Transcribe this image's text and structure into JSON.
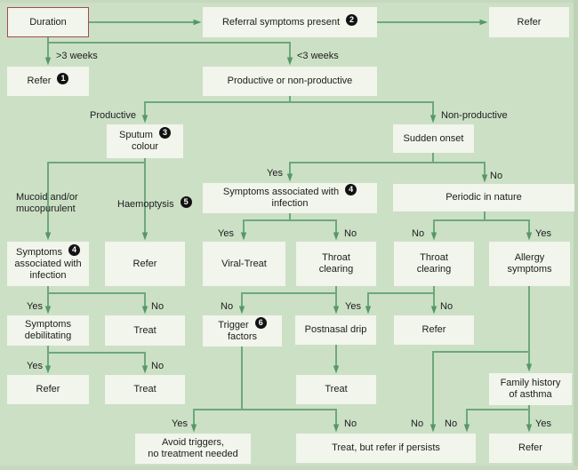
{
  "nodes": {
    "duration": {
      "label": "Duration"
    },
    "referral_symptoms": {
      "label": "Referral symptoms present",
      "badge": "2"
    },
    "refer_top": {
      "label": "Refer"
    },
    "refer_duration": {
      "label": "Refer",
      "badge": "1"
    },
    "productive_or_non": {
      "label": "Productive or non-productive"
    },
    "sputum_colour": {
      "line1": "Sputum",
      "badge": "3",
      "line2": "colour"
    },
    "sudden_onset": {
      "label": "Sudden onset"
    },
    "symptoms_infection_center": {
      "line1": "Symptoms associated with",
      "badge": "4",
      "line2": "infection"
    },
    "periodic": {
      "label": "Periodic in nature"
    },
    "symptoms_infection_left": {
      "line1": "Symptoms",
      "badge": "4",
      "line2": "associated with\ninfection"
    },
    "refer_haemoptysis": {
      "label": "Refer"
    },
    "viral_treat": {
      "label": "Viral-Treat"
    },
    "throat_clearing_center": {
      "label": "Throat\nclearing"
    },
    "throat_clearing_right": {
      "label": "Throat\nclearing"
    },
    "allergy_symptoms": {
      "label": "Allergy\nsymptoms"
    },
    "symptoms_debilitating": {
      "label": "Symptoms\ndebilitating"
    },
    "treat_infection_no": {
      "label": "Treat"
    },
    "trigger_factors": {
      "line1": "Trigger",
      "badge": "6",
      "line2": "factors"
    },
    "postnasal_drip": {
      "label": "Postnasal drip"
    },
    "refer_throat_right": {
      "label": "Refer"
    },
    "refer_debilitating": {
      "label": "Refer"
    },
    "treat_debilitating_no": {
      "label": "Treat"
    },
    "treat_postnasal": {
      "label": "Treat"
    },
    "family_history": {
      "label": "Family history\nof asthma"
    },
    "avoid_triggers": {
      "label": "Avoid triggers,\nno treatment needed"
    },
    "treat_but_refer": {
      "label": "Treat, but refer if persists"
    },
    "refer_family_yes": {
      "label": "Refer"
    }
  },
  "edge_labels": {
    "gt_3_weeks": ">3 weeks",
    "lt_3_weeks": "<3 weeks",
    "productive": "Productive",
    "non_productive": "Non-productive",
    "mucoid": "Mucoid and/or\nmucopurulent",
    "haemoptysis": {
      "text": "Haemoptysis",
      "badge": "5"
    },
    "yes": "Yes",
    "no": "No"
  },
  "colors": {
    "background": "#cce0c6",
    "edge_strip": "#c6d9bf",
    "box_fill": "#f2f5eb",
    "highlight_border": "#a34c4a",
    "line": "#6da87a",
    "arrowhead": "#559868",
    "text": "#1c1c1c",
    "badge_bg": "#121212",
    "badge_text": "#ffffff"
  }
}
